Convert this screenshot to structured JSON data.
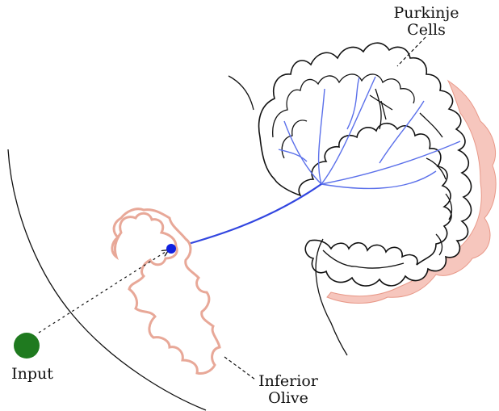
{
  "labels": {
    "purkinje_line1": "Purkinje",
    "purkinje_line2": "Cells",
    "input": "Input",
    "olive_line1": "Inferior",
    "olive_line2": "Olive"
  },
  "colors": {
    "outline": "#111111",
    "pink_fill": "#f6c6bd",
    "pink_stroke": "#e89888",
    "fiber": "#3246e0",
    "branch": "#5b70ea",
    "node": "#1020e0",
    "input": "#1f7a1f"
  }
}
